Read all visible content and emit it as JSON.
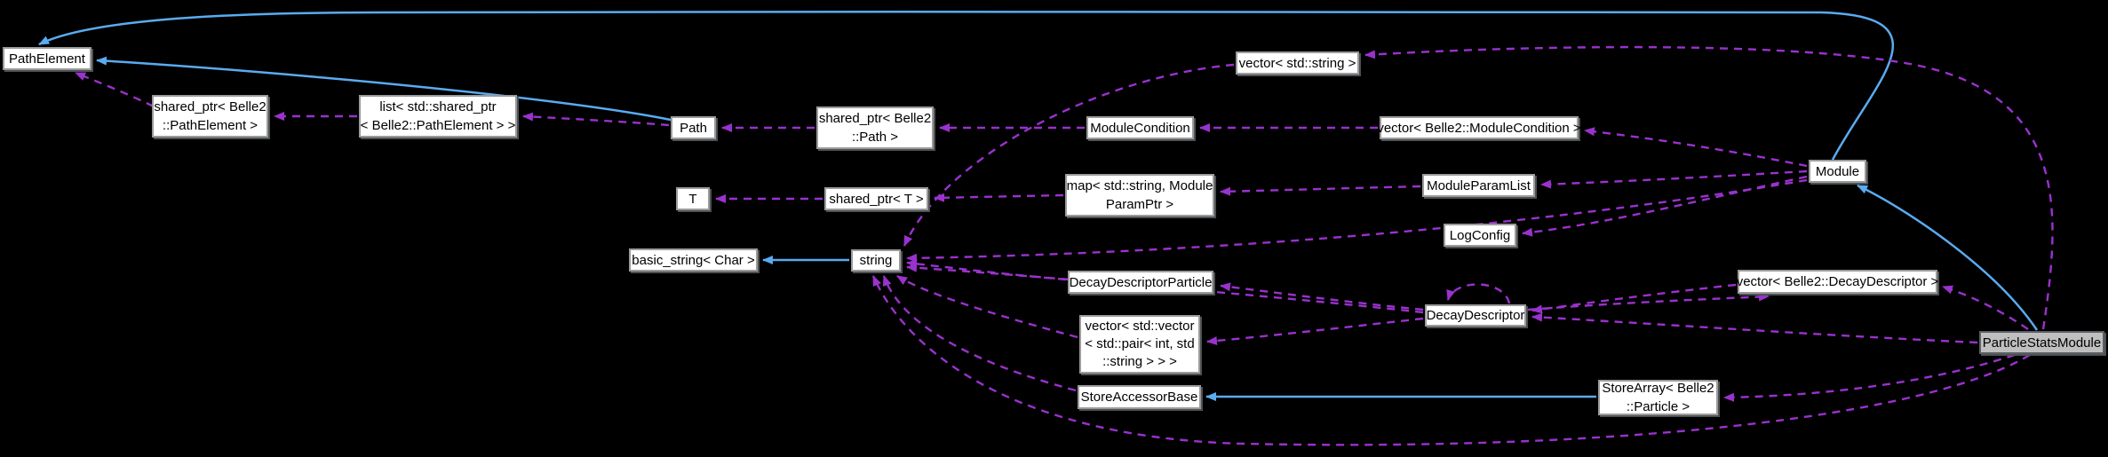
{
  "diagram": {
    "type": "collaboration-graph",
    "highlighted_node": "ParticleStatsModule",
    "colors": {
      "background": "#000000",
      "node_fill": "#ffffff",
      "node_border": "#9b9b9b",
      "highlight_fill": "#bfbfbf",
      "highlight_border": "#5b5f63",
      "inheritance_edge": "#5aabf0",
      "usage_edge": "#9a32cd",
      "text": "#000000"
    },
    "nodes": [
      {
        "id": "pathelement",
        "highlighted": false,
        "lines": [
          "PathElement"
        ]
      },
      {
        "id": "shared_ptr_pathelement",
        "highlighted": false,
        "lines": [
          "shared_ptr< Belle2",
          "::PathElement >"
        ]
      },
      {
        "id": "list_shared_ptr_pathelement",
        "highlighted": false,
        "lines": [
          "list< std::shared_ptr",
          "< Belle2::PathElement > >"
        ]
      },
      {
        "id": "path",
        "highlighted": false,
        "lines": [
          "Path"
        ]
      },
      {
        "id": "t",
        "highlighted": false,
        "lines": [
          "T"
        ]
      },
      {
        "id": "shared_ptr_path",
        "highlighted": false,
        "lines": [
          "shared_ptr< Belle2",
          "::Path >"
        ]
      },
      {
        "id": "shared_ptr_t",
        "highlighted": false,
        "lines": [
          "shared_ptr< T >"
        ]
      },
      {
        "id": "vector_std_string",
        "highlighted": false,
        "lines": [
          "vector< std::string >"
        ]
      },
      {
        "id": "modulecondition",
        "highlighted": false,
        "lines": [
          "ModuleCondition"
        ]
      },
      {
        "id": "vector_modulecondition",
        "highlighted": false,
        "lines": [
          "vector< Belle2::ModuleCondition >"
        ]
      },
      {
        "id": "map_moduleparamptr",
        "highlighted": false,
        "lines": [
          "map< std::string, Module",
          "ParamPtr >"
        ]
      },
      {
        "id": "moduleparamlist",
        "highlighted": false,
        "lines": [
          "ModuleParamList"
        ]
      },
      {
        "id": "logconfig",
        "highlighted": false,
        "lines": [
          "LogConfig"
        ]
      },
      {
        "id": "module",
        "highlighted": false,
        "lines": [
          "Module"
        ]
      },
      {
        "id": "basic_string_char",
        "highlighted": false,
        "lines": [
          "basic_string< Char >"
        ]
      },
      {
        "id": "string",
        "highlighted": false,
        "lines": [
          "string"
        ]
      },
      {
        "id": "decaydescriptorparticle",
        "highlighted": false,
        "lines": [
          "DecayDescriptorParticle"
        ]
      },
      {
        "id": "vector_vector_pair_int_string",
        "highlighted": false,
        "lines": [
          "vector< std::vector",
          "< std::pair< int, std",
          "::string > > >"
        ]
      },
      {
        "id": "decaydescriptor",
        "highlighted": false,
        "lines": [
          "DecayDescriptor"
        ]
      },
      {
        "id": "vector_decaydescriptor",
        "highlighted": false,
        "lines": [
          "vector< Belle2::DecayDescriptor >"
        ]
      },
      {
        "id": "storeaccessorbase",
        "highlighted": false,
        "lines": [
          "StoreAccessorBase"
        ]
      },
      {
        "id": "storearray_particle",
        "highlighted": false,
        "lines": [
          "StoreArray< Belle2",
          "::Particle >"
        ]
      },
      {
        "id": "particlestatsmodule",
        "highlighted": true,
        "lines": [
          "ParticleStatsModule"
        ]
      }
    ],
    "edges": [
      {
        "from": "Module",
        "to": "PathElement",
        "type": "inheritance"
      },
      {
        "from": "Path",
        "to": "PathElement",
        "type": "inheritance"
      },
      {
        "from": "string",
        "to": "basic_string< Char >",
        "type": "inheritance"
      },
      {
        "from": "StoreArray< Belle2::Particle >",
        "to": "StoreAccessorBase",
        "type": "inheritance"
      },
      {
        "from": "ParticleStatsModule",
        "to": "Module",
        "type": "inheritance"
      },
      {
        "from": "shared_ptr< Belle2::PathElement >",
        "to": "PathElement",
        "type": "usage"
      },
      {
        "from": "list< std::shared_ptr< Belle2::PathElement > >",
        "to": "shared_ptr< Belle2::PathElement >",
        "type": "usage"
      },
      {
        "from": "Path",
        "to": "list< std::shared_ptr< Belle2::PathElement > >",
        "type": "usage"
      },
      {
        "from": "shared_ptr< Belle2::Path >",
        "to": "Path",
        "type": "usage"
      },
      {
        "from": "shared_ptr< T >",
        "to": "T",
        "type": "usage"
      },
      {
        "from": "ModuleCondition",
        "to": "shared_ptr< Belle2::Path >",
        "type": "usage"
      },
      {
        "from": "vector< Belle2::ModuleCondition >",
        "to": "ModuleCondition",
        "type": "usage"
      },
      {
        "from": "map< std::string, ModuleParamPtr >",
        "to": "shared_ptr< T >",
        "type": "usage"
      },
      {
        "from": "ModuleParamList",
        "to": "map< std::string, ModuleParamPtr >",
        "type": "usage"
      },
      {
        "from": "Module",
        "to": "vector< Belle2::ModuleCondition >",
        "type": "usage"
      },
      {
        "from": "Module",
        "to": "ModuleParamList",
        "type": "usage"
      },
      {
        "from": "Module",
        "to": "LogConfig",
        "type": "usage"
      },
      {
        "from": "Module",
        "to": "string",
        "type": "usage"
      },
      {
        "from": "ParticleStatsModule",
        "to": "vector< std::string >",
        "type": "usage"
      },
      {
        "from": "vector< std::string >",
        "to": "string",
        "type": "usage"
      },
      {
        "from": "DecayDescriptorParticle",
        "to": "string",
        "type": "usage"
      },
      {
        "from": "DecayDescriptor",
        "to": "string",
        "type": "usage"
      },
      {
        "from": "vector< std::vector< std::pair< int, std::string > > >",
        "to": "string",
        "type": "usage"
      },
      {
        "from": "StoreAccessorBase",
        "to": "string",
        "type": "usage"
      },
      {
        "from": "ParticleStatsModule",
        "to": "string",
        "type": "usage"
      },
      {
        "from": "ParticleStatsModule",
        "to": "vector< Belle2::DecayDescriptor >",
        "type": "usage"
      },
      {
        "from": "DecayDescriptor",
        "to": "vector< Belle2::DecayDescriptor >",
        "type": "usage"
      },
      {
        "from": "vector< Belle2::DecayDescriptor >",
        "to": "DecayDescriptor",
        "type": "usage"
      },
      {
        "from": "ParticleStatsModule",
        "to": "DecayDescriptor",
        "type": "usage"
      },
      {
        "from": "DecayDescriptor",
        "to": "DecayDescriptor",
        "type": "usage"
      },
      {
        "from": "DecayDescriptor",
        "to": "DecayDescriptorParticle",
        "type": "usage"
      },
      {
        "from": "DecayDescriptor",
        "to": "vector< std::vector< std::pair< int, std::string > > >",
        "type": "usage"
      },
      {
        "from": "ParticleStatsModule",
        "to": "StoreArray< Belle2::Particle >",
        "type": "usage"
      }
    ]
  }
}
